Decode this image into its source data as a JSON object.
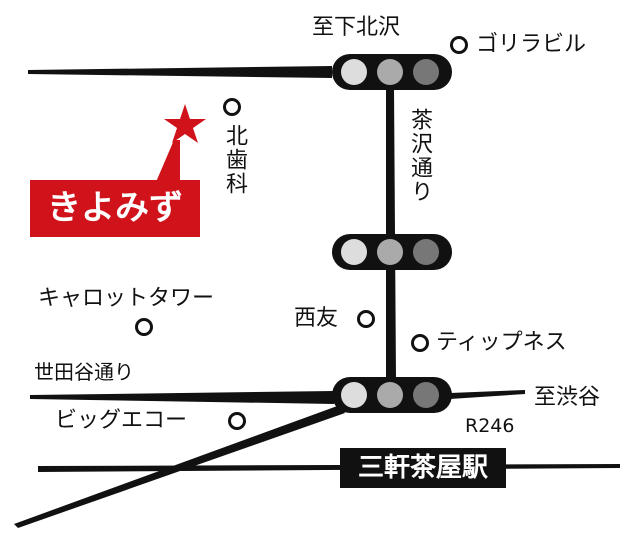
{
  "shop": {
    "name": "きよみず",
    "marker_color": "#d0121b"
  },
  "station": {
    "name": "三軒茶屋駅"
  },
  "directions": {
    "north": "至下北沢",
    "east": "至渋谷"
  },
  "roads": {
    "chazawa": "茶沢通り",
    "setagaya": "世田谷通り",
    "route": "R246"
  },
  "landmarks": {
    "gorilla": "ゴリラビル",
    "kita_dental": "北歯科",
    "carrot": "キャロットタワー",
    "seiyu": "西友",
    "tipness": "ティップネス",
    "bigecho": "ビッグエコー"
  }
}
